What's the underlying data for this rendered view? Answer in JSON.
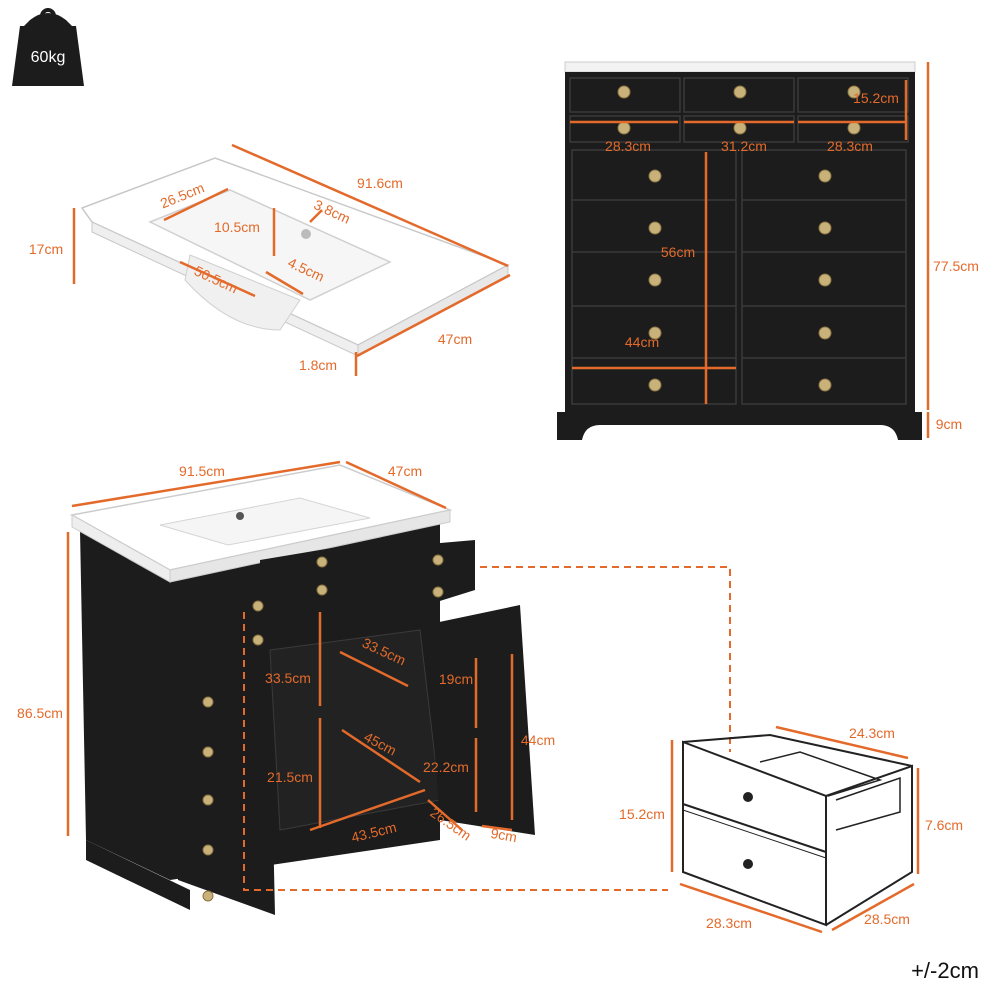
{
  "weight_badge": {
    "label": "60kg",
    "icon": "weight-icon"
  },
  "tolerance": "+/-2cm",
  "colors": {
    "dimension": "#e36a2b",
    "cabinet": "#1c1c1c",
    "knob": "#c9b27a",
    "basin": "#ffffff"
  },
  "sink_top": {
    "width": "91.6cm",
    "depth": "47cm",
    "height": "17cm",
    "thickness": "1.8cm",
    "basin_width": "50.5cm",
    "basin_depth": "26.5cm",
    "basin_height": "10.5cm",
    "drain_a": "3.8cm",
    "drain_b": "4.5cm"
  },
  "front_view": {
    "drawer_width_left": "28.3cm",
    "drawer_width_mid": "31.2cm",
    "drawer_width_right": "28.3cm",
    "drawer_height": "15.2cm",
    "door_height": "56cm",
    "door_width": "44cm",
    "total_height": "77.5cm",
    "toe_kick": "9cm"
  },
  "open_view": {
    "width": "91.5cm",
    "depth": "47cm",
    "total_height": "86.5cm",
    "inner_depth": "33.5cm",
    "top_space": "33.5cm",
    "bottom_space": "21.5cm",
    "diagonal": "45cm",
    "shelf_width": "43.5cm",
    "shelf_depth": "26.5cm",
    "shelf_gap": "19cm",
    "door_shelf": "22.2cm",
    "door_inner": "44cm",
    "door_depth": "9cm"
  },
  "drawer_detail": {
    "width": "24.3cm",
    "front_height": "15.2cm",
    "side_height": "7.6cm",
    "front_width": "28.3cm",
    "depth": "28.5cm"
  }
}
